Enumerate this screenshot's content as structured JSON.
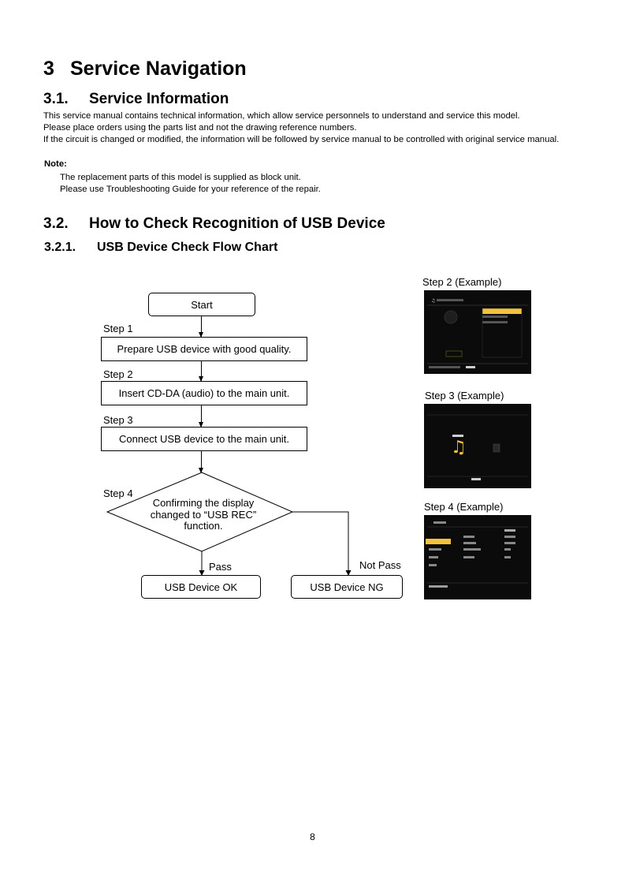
{
  "section": {
    "number": "3",
    "title": "Service Navigation"
  },
  "service_info": {
    "number": "3.1.",
    "title": "Service Information",
    "lines": [
      "This service manual contains technical information, which allow service personnels to understand and service this model.",
      "Please place orders using the parts list and not the drawing reference numbers.",
      "If the circuit is changed or modified, the information will be followed by service manual to be controlled with original service manual."
    ],
    "note_label": "Note:",
    "note_lines": [
      "The replacement parts of this model is supplied as block unit.",
      "Please use Troubleshooting Guide for your reference of the repair."
    ]
  },
  "usb_check": {
    "number": "3.2.",
    "title": "How to Check Recognition of USB Device",
    "sub_number": "3.2.1.",
    "sub_title": "USB Device Check Flow Chart"
  },
  "flowchart": {
    "start": "Start",
    "step1_label": "Step 1",
    "step1_text": "Prepare USB device with good quality.",
    "step2_label": "Step 2",
    "step2_text": "Insert CD-DA (audio) to the main unit.",
    "step3_label": "Step 3",
    "step3_text": "Connect USB device to the main unit.",
    "step4_label": "Step 4",
    "decision_lines": [
      "Confirming the display",
      "changed to “USB REC”",
      "function."
    ],
    "pass_label": "Pass",
    "notpass_label": "Not Pass",
    "ok_text": "USB Device OK",
    "ng_text": "USB Device NG"
  },
  "examples": {
    "step2_caption": "Step 2 (Example)",
    "step3_caption": "Step 3 (Example)",
    "step4_caption": "Step 4 (Example)"
  },
  "page_number": "8"
}
